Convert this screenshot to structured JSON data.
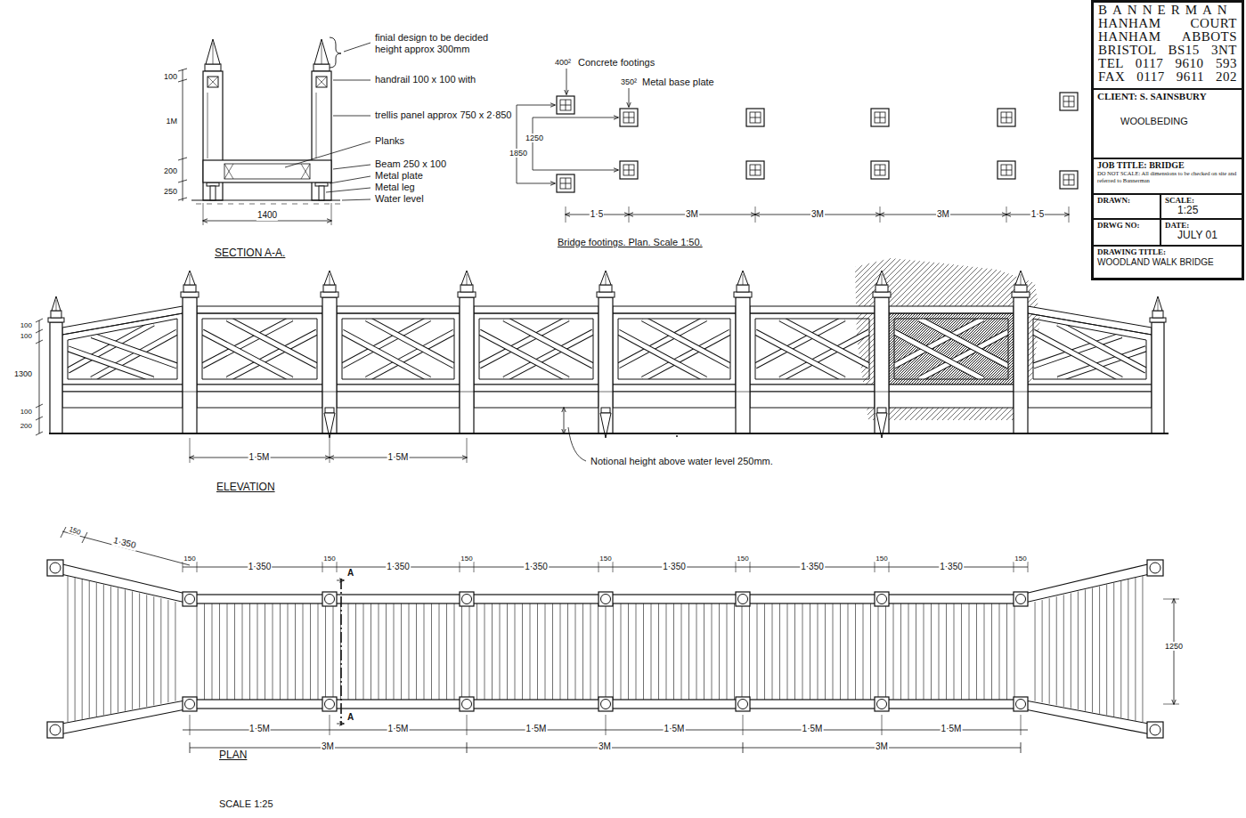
{
  "diagram": {
    "nodes": [
      {
        "text": [
          "BANNERMAN",
          "HANHAM COURT",
          "HANHAM ABBOTS",
          "BRISTOL BS15 3NT",
          "TEL 0117 9610 593",
          "FAX 0117 9611 202"
        ]
      },
      {
        "text": [
          "CLIENT: S. SAINSBURY",
          "WOOLBEDING"
        ]
      },
      {
        "text": [
          "JOB TITLE: BRIDGE",
          "DO NOT SCALE: All dimensions to be checked on site and referred to Bannerman"
        ]
      },
      {
        "text": [
          "DRAWN:"
        ]
      },
      {
        "text": [
          "SCALE:",
          "1:25"
        ]
      },
      {
        "text": [
          "DRWG NO:"
        ]
      },
      {
        "text": [
          "DATE:",
          "JULY 01"
        ]
      },
      {
        "text": [
          "DRAWING TITLE:",
          "WOODLAND WALK BRIDGE"
        ]
      }
    ],
    "labels": [
      "finial design to be decided height approx 300mm",
      "handrail 100 x 100 with",
      "trellis panel approx 750 x 2·850",
      "Planks",
      "Beam 250 x 100",
      "Metal plate",
      "Metal leg",
      "Water level",
      "100",
      "1M",
      "200",
      "250",
      "1400",
      "SECTION A-A.",
      "400²",
      "Concrete footings",
      "350²",
      "Metal base plate",
      "1250",
      "1850",
      "1·5",
      "3M",
      "3M",
      "3M",
      "1·5",
      "Bridge footings. Plan. Scale 1:50.",
      "100",
      "100",
      "1300",
      "100",
      "200",
      "1·5M",
      "1·5M",
      "Notional height above water level 250mm.",
      "ELEVATION",
      "150",
      "1·350",
      "150",
      "1·350",
      "150",
      "1·350",
      "150",
      "1·350",
      "150",
      "1·350",
      "150",
      "1·350",
      "150",
      "1·350",
      "150",
      "1250",
      "A",
      "A",
      "1·5M",
      "1·5M",
      "1·5M",
      "1·5M",
      "1·5M",
      "1·5M",
      "3M",
      "3M",
      "3M",
      "PLAN",
      "SCALE 1:25"
    ]
  }
}
